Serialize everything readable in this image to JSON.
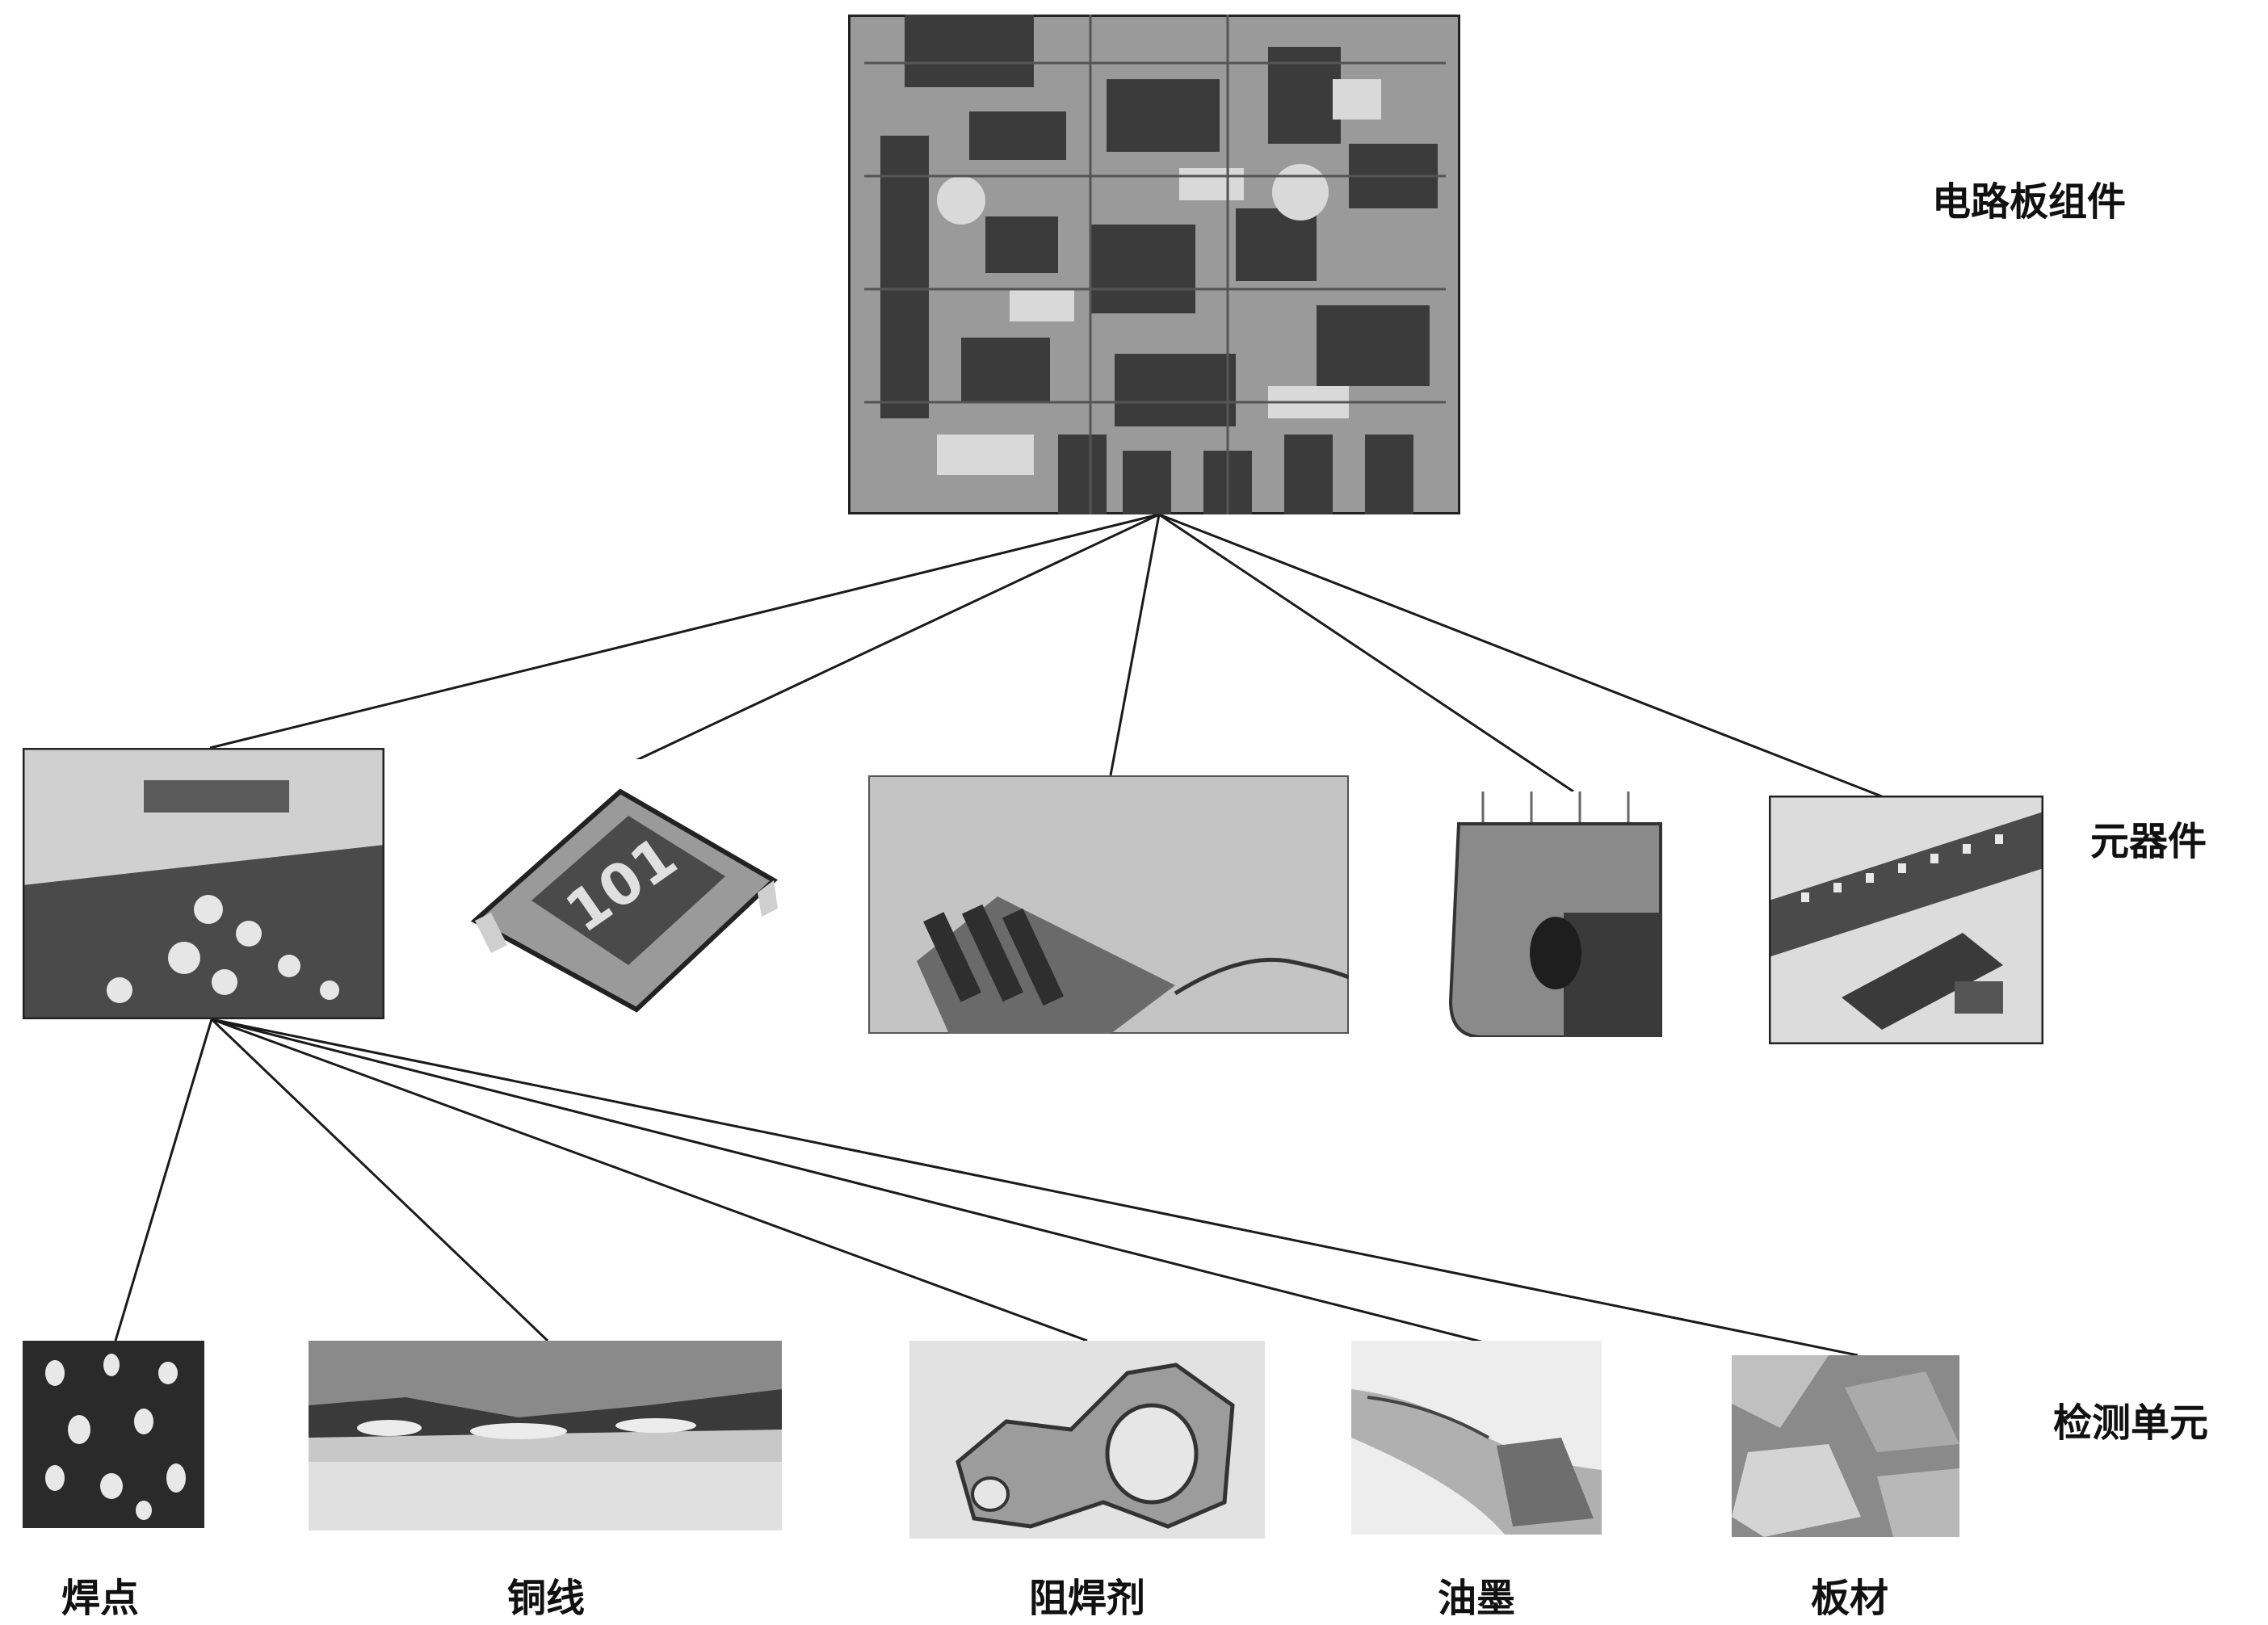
{
  "colors": {
    "line": "#1a1a1a",
    "text": "#111111",
    "photo_dark": "#3b3b3b",
    "photo_mid": "#8a8a8a",
    "photo_light": "#d9d9d9"
  },
  "levels": {
    "board": "电路板组件",
    "components": "元器件",
    "units": "检测单元"
  },
  "units": [
    {
      "label": "焊点"
    },
    {
      "label": "铜线"
    },
    {
      "label": "阻焊剂"
    },
    {
      "label": "油墨"
    },
    {
      "label": "板材"
    }
  ],
  "components": [
    {
      "icon": "pcb-closeup-photo"
    },
    {
      "icon": "smd-resistor-photo"
    },
    {
      "icon": "coil-inductor-photo"
    },
    {
      "icon": "transistor-chip-photo"
    },
    {
      "icon": "ic-board-photo"
    }
  ]
}
